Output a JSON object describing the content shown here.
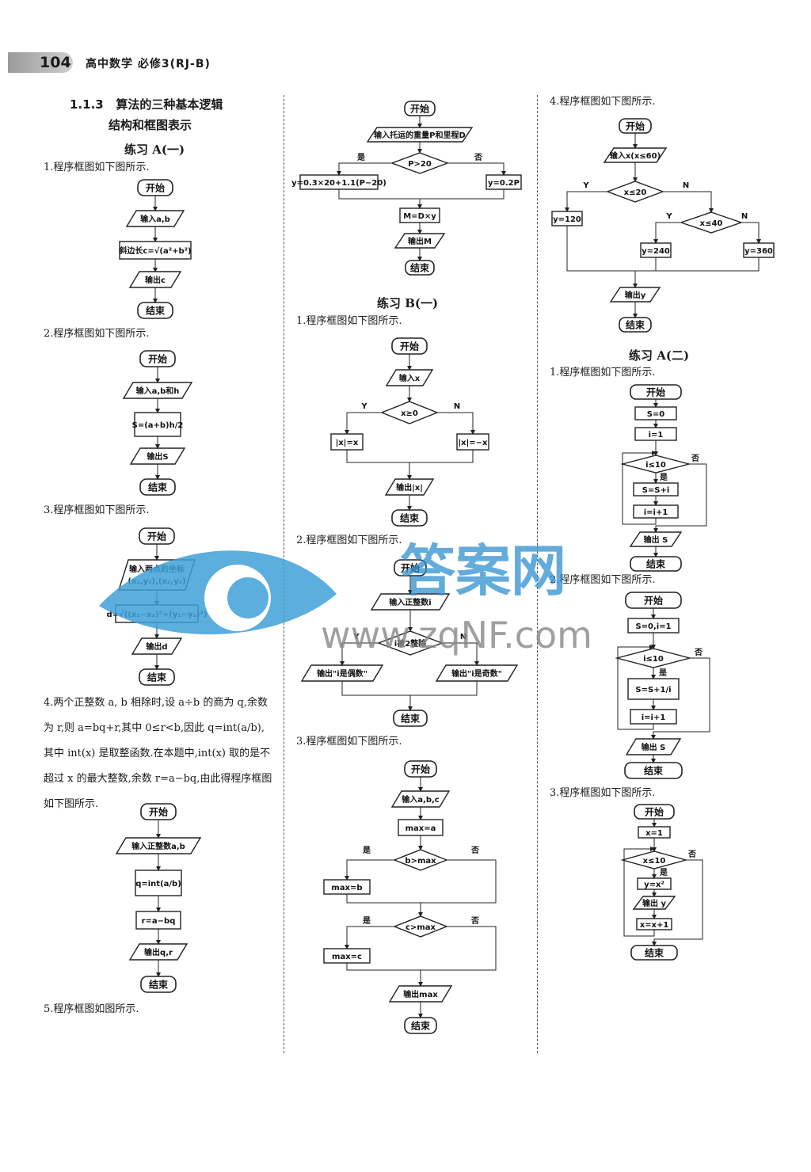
{
  "header": {
    "page_number": "104",
    "book_title": "高中数学 必修3(RJ-B)"
  },
  "section": {
    "number": "1.1.3",
    "title_line1": "算法的三种基本逻辑",
    "title_line2": "结构和框图表示"
  },
  "exercise_A1": {
    "heading": "练习 A(一)",
    "q1": "1.程序框图如下图所示.",
    "q2": "2.程序框图如下图所示.",
    "q3": "3.程序框图如下图所示.",
    "q4_text": "4.两个正整数 a, b 相除时,设 a÷b 的商为 q,余数为 r,则 a=bq+r,其中 0≤r<b,因此 q=int(a/b),其中 int(x) 是取整函数.在本题中,int(x) 取的是不超过 x 的最大整数,余数 r=a−bq,由此得程序框图如下图所示.",
    "q5": "5.程序框图如图所示."
  },
  "exercise_B1": {
    "heading": "练习 B(一)",
    "q1": "1.程序框图如下图所示.",
    "q2": "2.程序框图如下图所示.",
    "q3": "3.程序框图如下图所示."
  },
  "col3": {
    "q4": "4.程序框图如下图所示."
  },
  "exercise_A2": {
    "heading": "练习 A(二)",
    "q1": "1.程序框图如下图所示.",
    "q2": "2.程序框图如下图所示.",
    "q3": "3.程序框图如下图所示."
  },
  "flow": {
    "start": "开始",
    "end": "结束",
    "yes": "是",
    "no": "否",
    "Y": "Y",
    "N": "N",
    "a1q1": {
      "input": "输入a,b",
      "process": "斜边长c=√(a²+b²)",
      "output": "输出c"
    },
    "a1q2": {
      "input": "输入a,b和h",
      "process": "S=(a+b)h/2",
      "output": "输出S"
    },
    "a1q3": {
      "input_line1": "输入两点的坐标",
      "input_line2": "(x₁,y₁),(x₂,y₂)",
      "process": "d=√((x₁−x₂)²+(y₁−y₂)²)",
      "output": "输出d"
    },
    "a1q4": {
      "input": "输入正整数a,b",
      "p1": "q=int(a/b)",
      "p2": "r=a−bq",
      "output": "输出q,r"
    },
    "a1q5": {
      "input": "输入托运的重量P和里程D",
      "cond": "P>20",
      "yes_box": "y=0.3×20+1.1(P−20)",
      "no_box": "y=0.2P",
      "p": "M=D×y",
      "output": "输出M"
    },
    "b1q1": {
      "input": "输入x",
      "cond": "x≥0",
      "left": "|x|=x",
      "right": "|x|=−x",
      "output": "输出|x|"
    },
    "b1q2": {
      "input": "输入正整数i",
      "cond": "i被2整除",
      "left": "输出\"i是偶数\"",
      "right": "输出\"i是奇数\""
    },
    "b1q3": {
      "input": "输入a,b,c",
      "init": "max=a",
      "c1": "b>max",
      "b1": "max=b",
      "c2": "c>max",
      "b2": "max=c",
      "output": "输出max"
    },
    "c3q4": {
      "input": "输入x(x≤60)",
      "c1": "x≤20",
      "c2": "x≤40",
      "b1": "y=120",
      "b2": "y=240",
      "b3": "y=360",
      "output": "输出y"
    },
    "a2q1": {
      "i1": "S=0",
      "i2": "i=1",
      "cond": "i≤10",
      "p1": "S=S+i",
      "p2": "i=i+1",
      "output": "输出 S"
    },
    "a2q2": {
      "init": "S=0,i=1",
      "cond": "i≤10",
      "p1": "S=S+1/i",
      "p2": "i=i+1",
      "output": "输出 S"
    },
    "a2q3": {
      "init": "x=1",
      "cond": "x≤10",
      "p1": "y=x²",
      "output": "输出 y",
      "p2": "x=x+1"
    }
  },
  "watermark": {
    "brand": "答案网",
    "url": "www.zqNF.com"
  }
}
